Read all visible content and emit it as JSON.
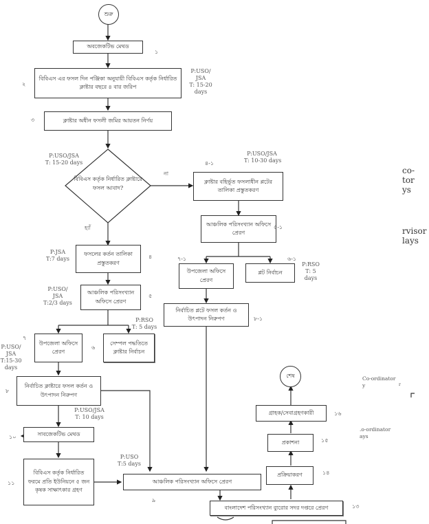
{
  "start": "শুরু",
  "end": "শেষ",
  "steps": {
    "s1": {
      "text": "অবজেকটিভ মেথড",
      "num": "১"
    },
    "s2": {
      "text": "বিবিএস এর ফসল দিন পঞ্জিকা অনুযায়ী বিবিএস কর্তৃক নির্ধারিত ক্লাষ্টার বছরে ৪ বার জরিপ",
      "num": "২",
      "note": [
        "P:USO/",
        "JSA",
        "T: 15-20",
        "days"
      ]
    },
    "s3": {
      "text": "ক্লাষ্টার অধীন ফসলী জমির আয়তন নির্ণয়",
      "num": "৩"
    },
    "decision": {
      "text": "বিবিএস কর্তৃক নির্ধারিত ক্লাষ্টারে ফসল আবাদ?",
      "note": [
        "P:USO/JSA",
        "T: 15-20 days"
      ],
      "no": "না",
      "yes": "হ্যাঁ"
    },
    "s4_1": {
      "text": "ক্লাষ্টার বহির্ভূত ফসলাধীন প্লটের তালিকা প্রস্তুতকরণ",
      "num": "৪-১",
      "note": [
        "P:USO/JSA",
        "T: 10-30 days"
      ]
    },
    "s5_1": {
      "text": "আঞ্চলিক পরিসংখ্যান অফিসে প্রেরণ",
      "num": "৫-১"
    },
    "s7_1": {
      "text": "উপজেলা অফিসে প্রেরণ",
      "num": "৭-১"
    },
    "s6_1": {
      "text": "প্লট নির্বাচন",
      "num": "৬-১",
      "note": [
        "P:RSO",
        "T: 5",
        "days"
      ]
    },
    "s8_1": {
      "text": "নির্বাচিত প্লটে ফসল কর্তন ও উৎপাদন নিরুপণ",
      "num": "৮-১"
    },
    "s4": {
      "text": "ফসলের কর্তন তালিকা প্রস্তুতকরণ",
      "num": "৪",
      "note": [
        "P:JSA",
        "T:7  days"
      ]
    },
    "s5": {
      "text": "আঞ্চলিক পরিসংখ্যান অফিসে প্রেরণ",
      "num": "৫",
      "note": [
        "P:USO/",
        "JSA",
        "T:2/3  days"
      ]
    },
    "s7": {
      "text": "উপজেলা অফিসে প্রেরণ",
      "num": "৭",
      "note": [
        "P:USO/",
        "JSA",
        "T:15-30",
        "days"
      ]
    },
    "s6": {
      "text": "সেম্পল পদ্ধতিতে ক্লাষ্টার নির্বাচন",
      "num": "৬",
      "note": [
        "P:RSO",
        "T: 5 days"
      ]
    },
    "s8": {
      "text": "নির্বাচিত ক্লাষ্টারে ফসল কর্তন ও উৎপাদন নিরুপণ",
      "num": "৮"
    },
    "s10": {
      "text": "সাবজেকটিভ মেথড",
      "num": "১০",
      "note": [
        "P:USO/JSA",
        "T: 10 days"
      ]
    },
    "s11": {
      "text": "বিবিএস কর্তৃক নির্ধারিত ফরমে প্রতি ইউনিয়নে ৫ জন কৃষক সাক্ষাৎকার গ্রহণ",
      "num": "১১"
    },
    "s9": {
      "text": "আঞ্চলিক পরিসংখ্যান অফিসে প্রেরণ",
      "num": "৯",
      "note": [
        "P:USO",
        "T:5  days"
      ]
    },
    "s13": {
      "text": "বাংলাদেশ পরিসংখ্যান ব্যুরোর সদর দপ্তরে প্রেরণ",
      "num": "১৩"
    },
    "s14": {
      "text": "প্রক্রিয়াকরণ",
      "num": "১৪"
    },
    "s15": {
      "text": "প্রকাশনা",
      "num": "১৫"
    },
    "s16": {
      "text": "গ্রাহক/সেবাগ্রহণকারী",
      "num": "১৬"
    }
  },
  "clipped_text": {
    "right_top": [
      "co-",
      "tor",
      "ys"
    ],
    "right_mid": [
      "rvisor",
      "lays"
    ],
    "coord1": [
      "Co-ordinator",
      "y"
    ],
    "coord1_suffix": "r",
    "coord2": [
      ".o-ordinator",
      "ays"
    ]
  }
}
